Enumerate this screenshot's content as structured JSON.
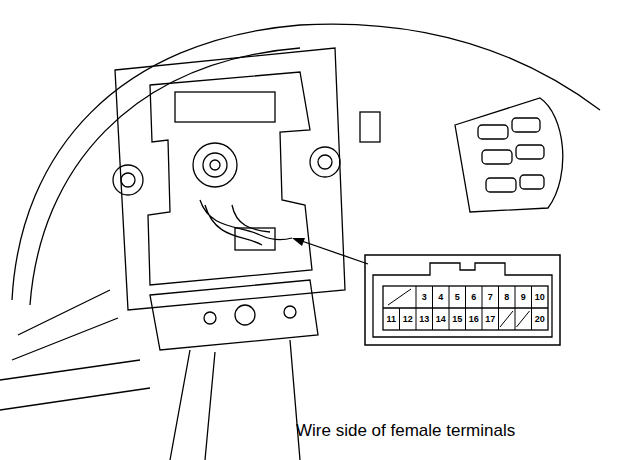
{
  "diagram": {
    "caption": "Wire side of female terminals",
    "labels": [
      "3",
      "4",
      "5",
      "6",
      "7",
      "8",
      "9",
      "10",
      "11",
      "12",
      "13",
      "14",
      "15",
      "16",
      "17",
      "20"
    ]
  }
}
